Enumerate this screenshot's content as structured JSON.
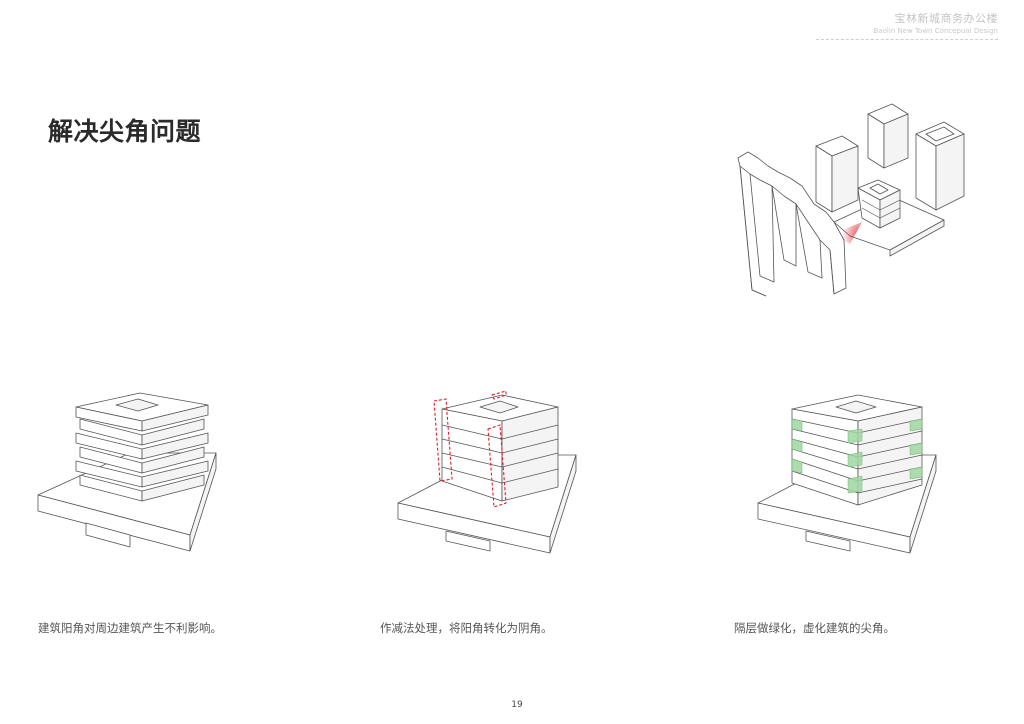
{
  "header": {
    "project_cn": "宝林新城商务办公楼",
    "project_en": "Baolin New Town Concepual Design"
  },
  "page_title": "解决尖角问题",
  "captions": [
    "建筑阳角对周边建筑产生不利影响。",
    "作减法处理，将阳角转化为阴角。",
    "隔层做绿化，虚化建筑的尖角。"
  ],
  "page_number": "19",
  "colors": {
    "accent_red": "#e0202a",
    "green_planting": "#9fd6a0"
  }
}
